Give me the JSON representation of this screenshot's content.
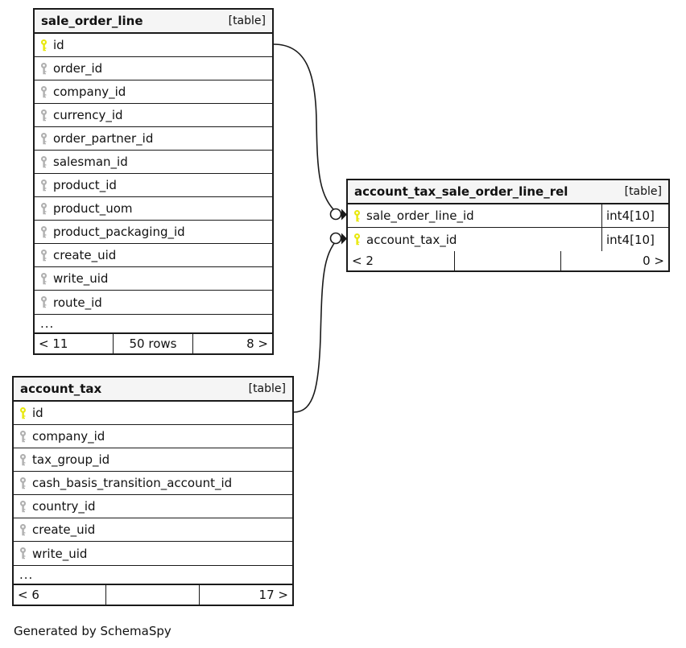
{
  "diagram": {
    "credit": "Generated by SchemaSpy",
    "kind_label": "[table]",
    "ellipsis": "...",
    "key_icon_primary": "primary-key-icon",
    "key_icon_foreign": "foreign-key-icon",
    "colors": {
      "primary_key": "#e8e80d",
      "foreign_key": "#b0b0b0",
      "border": "#1a1a1a",
      "header_bg": "#f5f5f5",
      "background": "#ffffff"
    }
  },
  "tables": [
    {
      "id": "sale_order_line",
      "name": "sale_order_line",
      "kind": "[table]",
      "columns": [
        {
          "name": "id",
          "key": "primary",
          "type": ""
        },
        {
          "name": "order_id",
          "key": "foreign",
          "type": ""
        },
        {
          "name": "company_id",
          "key": "foreign",
          "type": ""
        },
        {
          "name": "currency_id",
          "key": "foreign",
          "type": ""
        },
        {
          "name": "order_partner_id",
          "key": "foreign",
          "type": ""
        },
        {
          "name": "salesman_id",
          "key": "foreign",
          "type": ""
        },
        {
          "name": "product_id",
          "key": "foreign",
          "type": ""
        },
        {
          "name": "product_uom",
          "key": "foreign",
          "type": ""
        },
        {
          "name": "product_packaging_id",
          "key": "foreign",
          "type": ""
        },
        {
          "name": "create_uid",
          "key": "foreign",
          "type": ""
        },
        {
          "name": "write_uid",
          "key": "foreign",
          "type": ""
        },
        {
          "name": "route_id",
          "key": "foreign",
          "type": ""
        }
      ],
      "has_ellipsis": true,
      "footer": {
        "left": "< 11",
        "center": "50 rows",
        "right": "8 >"
      }
    },
    {
      "id": "account_tax_sale_order_line_rel",
      "name": "account_tax_sale_order_line_rel",
      "kind": "[table]",
      "columns": [
        {
          "name": "sale_order_line_id",
          "key": "primary",
          "type": "int4[10]"
        },
        {
          "name": "account_tax_id",
          "key": "primary",
          "type": "int4[10]"
        }
      ],
      "has_ellipsis": false,
      "footer": {
        "left": "< 2",
        "center": "",
        "right": "0 >"
      }
    },
    {
      "id": "account_tax",
      "name": "account_tax",
      "kind": "[table]",
      "columns": [
        {
          "name": "id",
          "key": "primary",
          "type": ""
        },
        {
          "name": "company_id",
          "key": "foreign",
          "type": ""
        },
        {
          "name": "tax_group_id",
          "key": "foreign",
          "type": ""
        },
        {
          "name": "cash_basis_transition_account_id",
          "key": "foreign",
          "type": ""
        },
        {
          "name": "country_id",
          "key": "foreign",
          "type": ""
        },
        {
          "name": "create_uid",
          "key": "foreign",
          "type": ""
        },
        {
          "name": "write_uid",
          "key": "foreign",
          "type": ""
        }
      ],
      "has_ellipsis": true,
      "footer": {
        "left": "< 6",
        "center": "",
        "right": "17 >"
      }
    }
  ],
  "relationships": [
    {
      "from_table": "sale_order_line",
      "from_column": "id",
      "to_table": "account_tax_sale_order_line_rel",
      "to_column": "sale_order_line_id"
    },
    {
      "from_table": "account_tax",
      "from_column": "id",
      "to_table": "account_tax_sale_order_line_rel",
      "to_column": "account_tax_id"
    }
  ]
}
